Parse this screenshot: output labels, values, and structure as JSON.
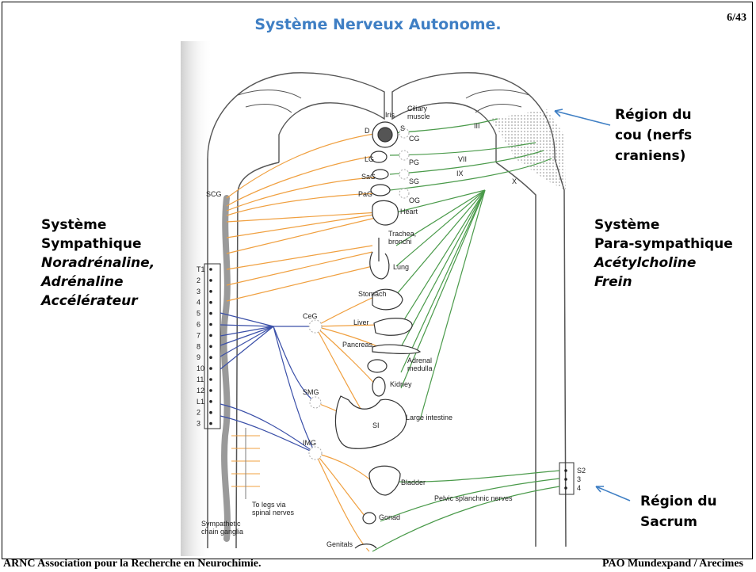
{
  "page_title": "Système Nerveux Autonome.",
  "page_number": "6/43",
  "left_label": {
    "lines": [
      "Système",
      "Sympathique"
    ],
    "italic_lines": [
      "Noradrénaline,",
      "Adrénaline",
      "Accélérateur"
    ]
  },
  "right_label": {
    "lines": [
      "Système",
      "Para-sympathique"
    ],
    "italic_lines": [
      "Acétylcholine",
      "Frein"
    ]
  },
  "callouts": {
    "neck": [
      "Région du",
      "cou (nerfs",
      "craniens)"
    ],
    "sacrum": [
      "Région du",
      "Sacrum"
    ]
  },
  "footer": {
    "left": "ARNC Association pour la Recherche en Neurochimie.",
    "right": "PAO Mundexpand / Arecimes"
  },
  "figure": {
    "spinal_levels": [
      "T1",
      "2",
      "3",
      "4",
      "5",
      "6",
      "7",
      "8",
      "9",
      "10",
      "11",
      "12",
      "L1",
      "2",
      "3"
    ],
    "sacral_levels": [
      "S2",
      "3",
      "4"
    ],
    "cranial_nerves": [
      "III",
      "VII",
      "IX",
      "X"
    ],
    "ganglia": [
      "SCG",
      "CeG",
      "SMG",
      "IMG",
      "D",
      "S",
      "CG",
      "LG",
      "PG",
      "SaG",
      "SG",
      "PaG",
      "OG"
    ],
    "organs": [
      "Iris",
      "Ciliary muscle",
      "Heart",
      "Trachea, bronchi",
      "Lung",
      "Stomach",
      "Liver",
      "Pancreas",
      "Adrenal medulla",
      "Kidney",
      "Large intestine",
      "SI",
      "Bladder",
      "Gonad",
      "Genitals"
    ],
    "annotations": [
      "To legs via spinal nerves",
      "Sympathetic chain ganglia",
      "Pelvic splanchnic nerves"
    ],
    "colors": {
      "sympathetic_post": "#f0a040",
      "sympathetic_pre": "#3a4fa8",
      "parasympathetic": "#4a9a4a",
      "accent": "#3f7fc4"
    }
  }
}
